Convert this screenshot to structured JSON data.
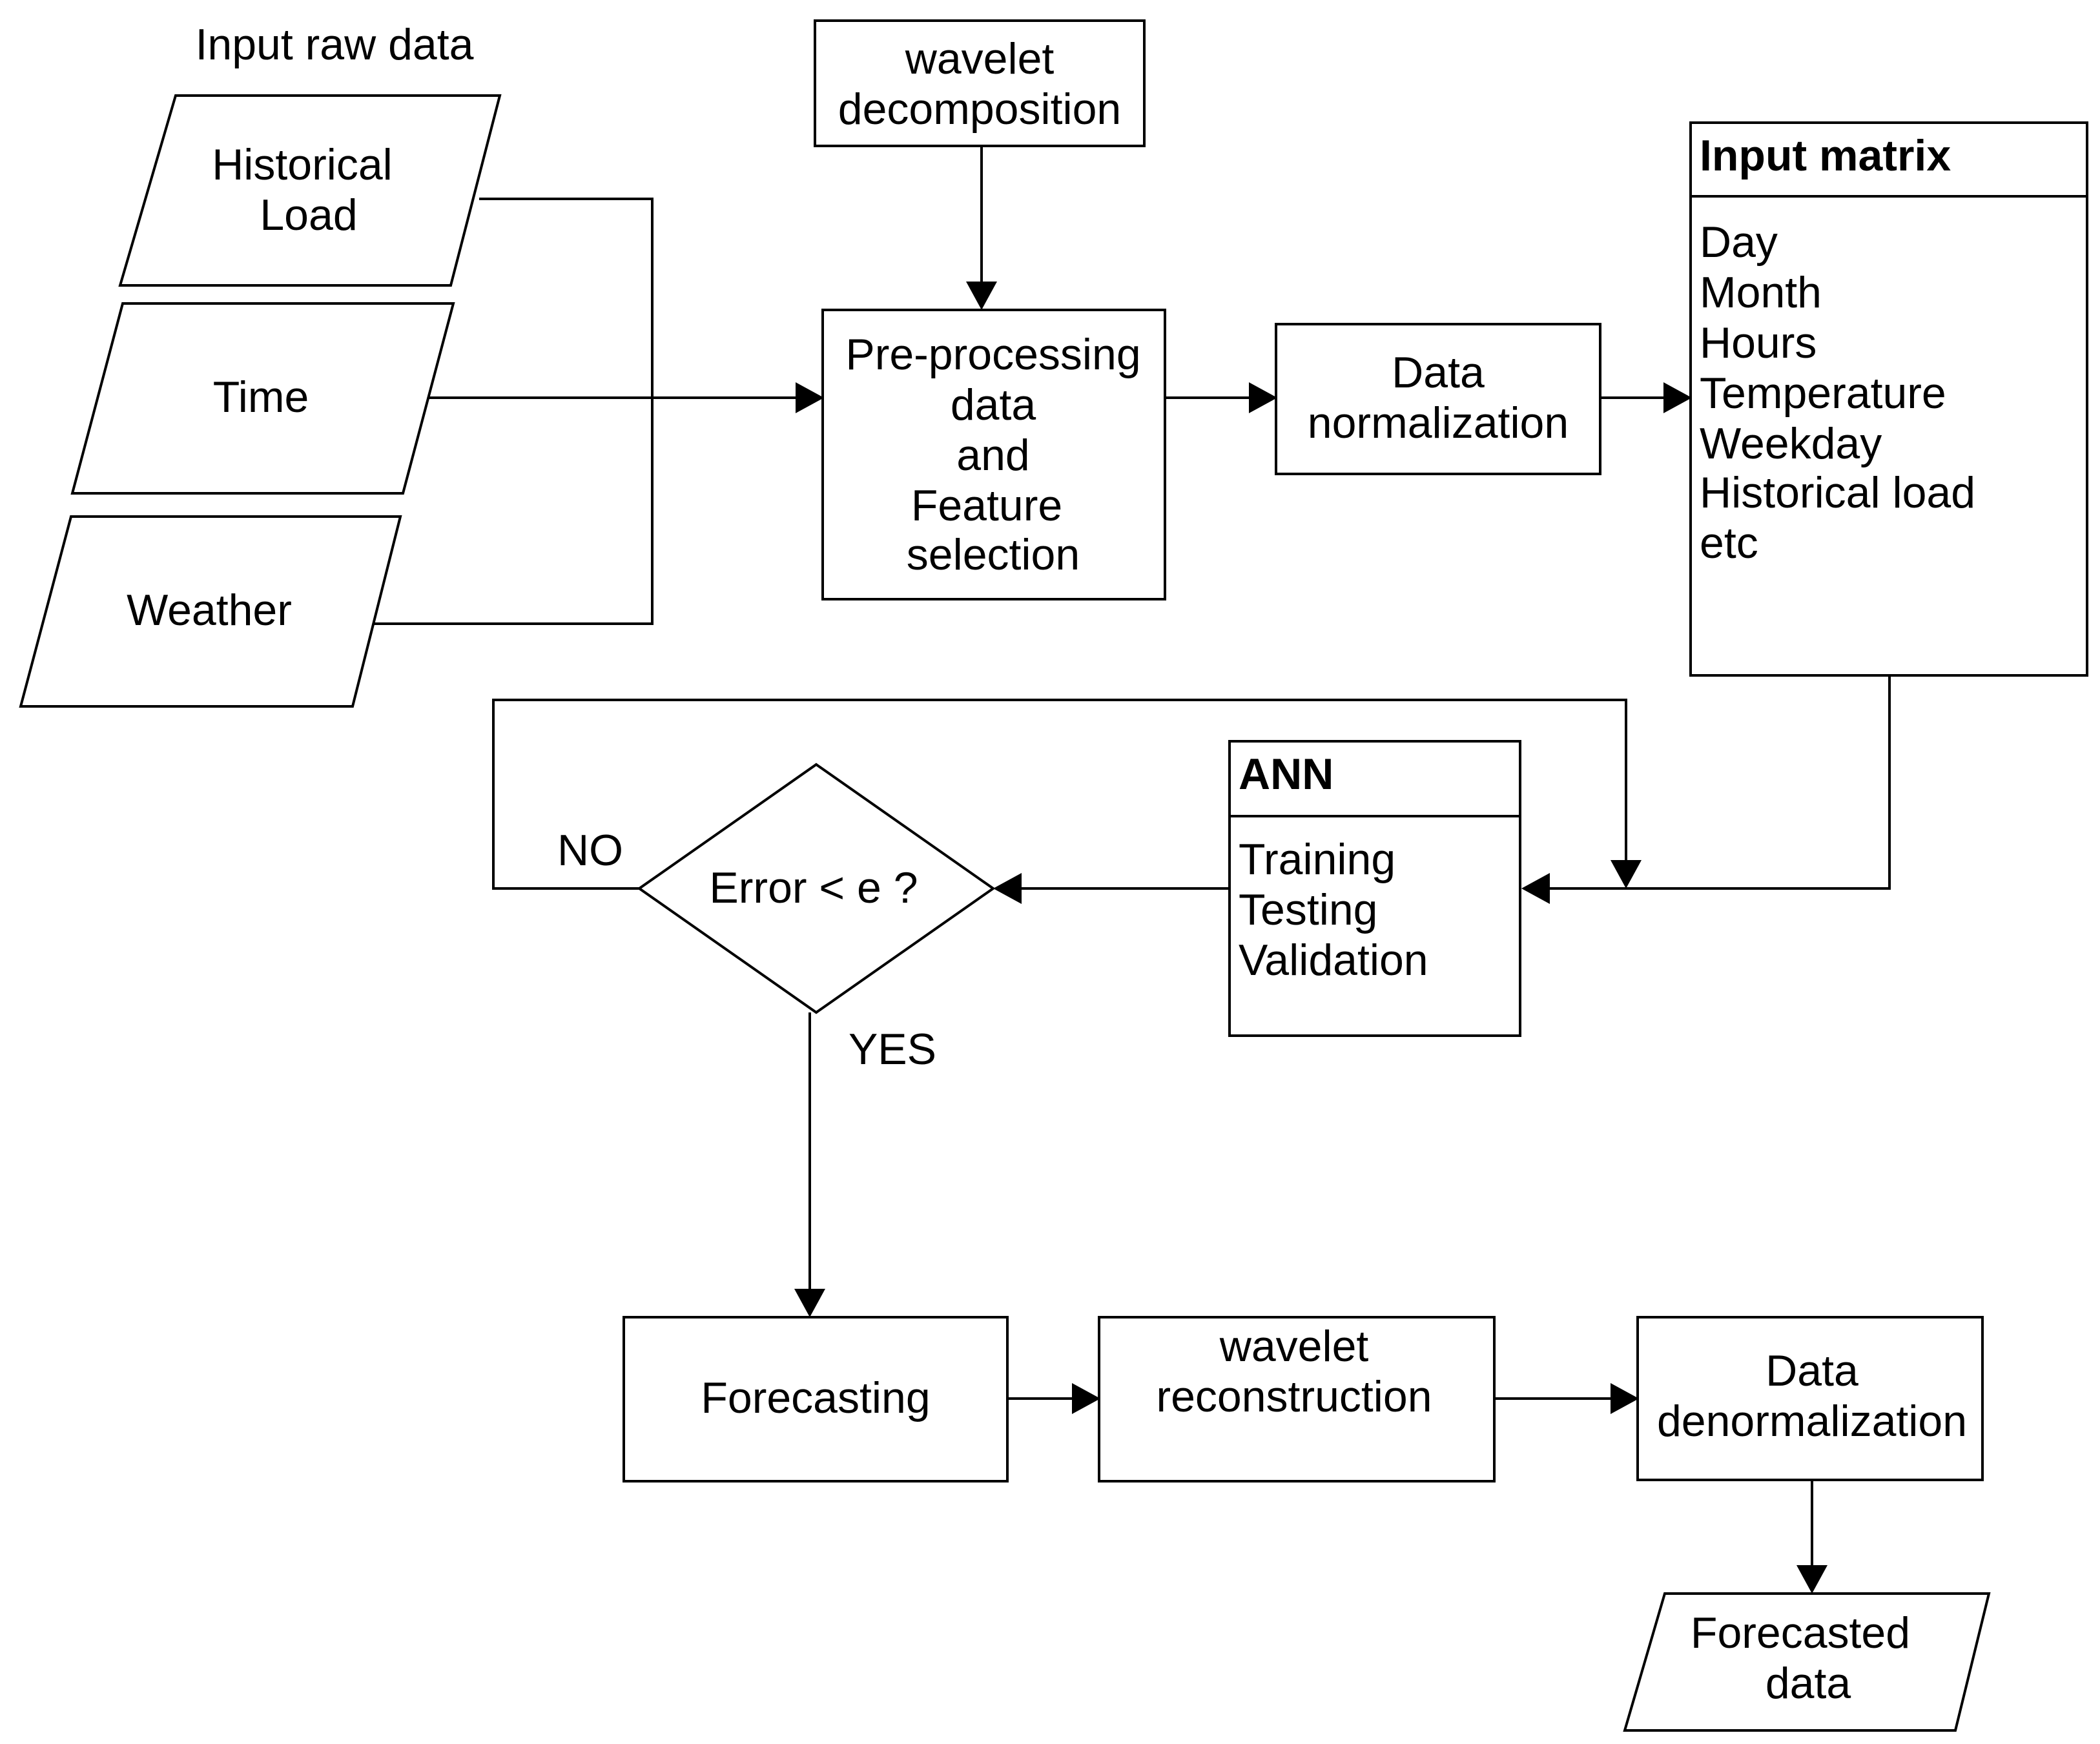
{
  "inputs": {
    "caption": "Input raw data",
    "historical_load": [
      "Historical",
      "Load"
    ],
    "time": "Time",
    "weather": "Weather"
  },
  "wavelet_decomposition": [
    "wavelet",
    "decomposition"
  ],
  "preprocessing": [
    "Pre-processing",
    "data",
    "and",
    "Feature",
    "selection"
  ],
  "data_normalization": [
    "Data",
    "normalization"
  ],
  "input_matrix": {
    "title": "Input matrix",
    "items": [
      "Day",
      "Month",
      "Hours",
      "Temperature",
      "Weekday",
      "Historical load",
      "etc"
    ]
  },
  "ann": {
    "title": "ANN",
    "items": [
      "Training",
      "Testing",
      "Validation"
    ]
  },
  "decision": {
    "label": "Error < e ?",
    "no_label": "NO",
    "yes_label": "YES"
  },
  "forecasting": "Forecasting",
  "wavelet_reconstruction": [
    "wavelet",
    "reconstruction"
  ],
  "data_denormalization": [
    "Data",
    "denormalization"
  ],
  "forecasted_data": [
    "Forecasted",
    "data"
  ]
}
